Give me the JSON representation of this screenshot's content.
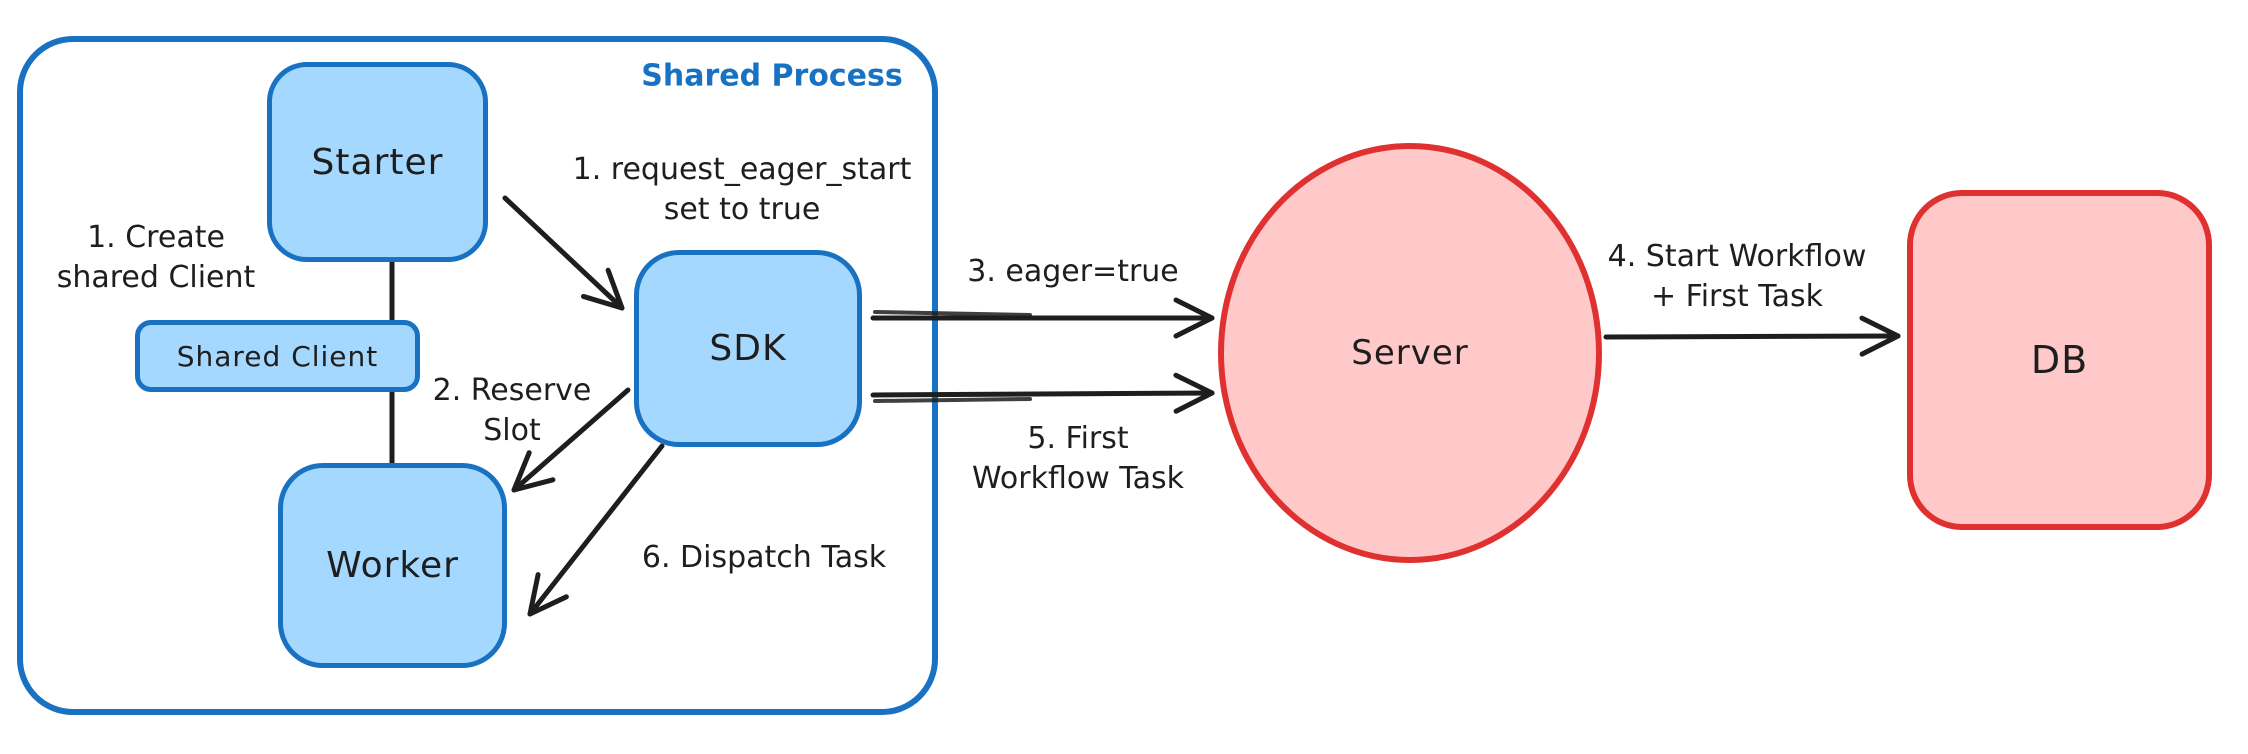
{
  "diagram": {
    "type": "architecture-sketch",
    "container": {
      "title": "Shared Process"
    },
    "nodes": {
      "starter": {
        "label": "Starter",
        "shape": "rounded-rect",
        "color_role": "blue"
      },
      "shared_client": {
        "label": "Shared Client",
        "shape": "rounded-rect",
        "color_role": "blue"
      },
      "worker": {
        "label": "Worker",
        "shape": "rounded-rect",
        "color_role": "blue"
      },
      "sdk": {
        "label": "SDK",
        "shape": "rounded-rect",
        "color_role": "blue"
      },
      "server": {
        "label": "Server",
        "shape": "ellipse",
        "color_role": "red"
      },
      "db": {
        "label": "DB",
        "shape": "rounded-rect",
        "color_role": "red"
      }
    },
    "annotations": {
      "create_shared_client": "1. Create\nshared Client",
      "request_eager_start": "1. request_eager_start\nset to true",
      "reserve_slot": "2. Reserve\nSlot",
      "eager_true": "3. eager=true",
      "start_workflow_first_task": "4. Start Workflow\n+ First Task",
      "first_workflow_task": "5. First\nWorkflow Task",
      "dispatch_task": "6. Dispatch Task"
    },
    "edges": [
      {
        "from": "starter",
        "to": "shared_client",
        "style": "plain-line"
      },
      {
        "from": "shared_client",
        "to": "worker",
        "style": "plain-line"
      },
      {
        "from": "starter",
        "to": "sdk",
        "style": "arrow",
        "label_key": "request_eager_start"
      },
      {
        "from": "sdk",
        "to": "worker",
        "style": "arrow",
        "label_key": "reserve_slot"
      },
      {
        "from": "sdk",
        "to": "server",
        "style": "arrow",
        "label_key": "eager_true"
      },
      {
        "from": "sdk",
        "to": "server",
        "style": "arrow",
        "label_key": "first_workflow_task"
      },
      {
        "from": "sdk",
        "to": "worker",
        "style": "arrow",
        "label_key": "dispatch_task"
      },
      {
        "from": "server",
        "to": "db",
        "style": "arrow",
        "label_key": "start_workflow_first_task"
      }
    ],
    "colors": {
      "blue_stroke": "#1971c2",
      "blue_fill": "#a5d8ff",
      "red_stroke": "#e03131",
      "red_fill": "#ffc9c9",
      "ink": "#1e1e1e",
      "background": "#ffffff"
    }
  }
}
